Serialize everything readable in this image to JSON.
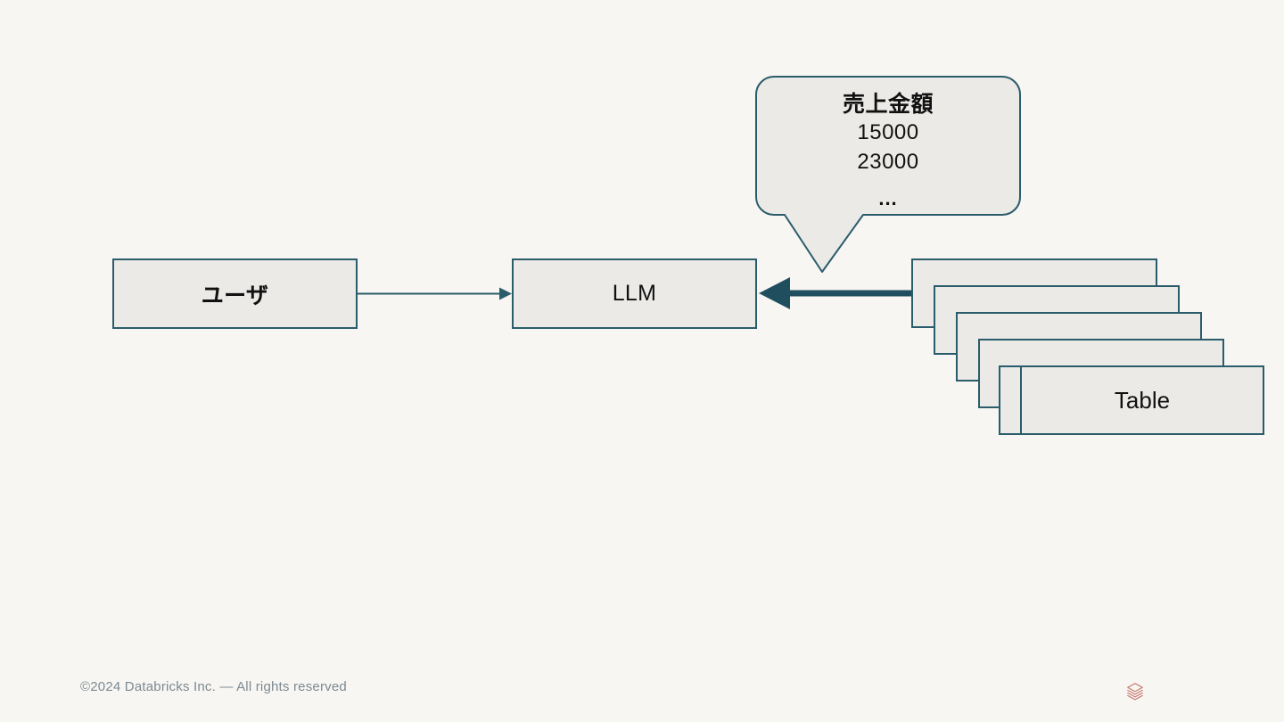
{
  "slide": {
    "background_color": "#f8f6f2",
    "accent_color": "#2b5c6b",
    "node_fill_color": "#ebeae7",
    "arrow_color": "#1f4e5f"
  },
  "diagram": {
    "nodes": [
      {
        "id": "user",
        "label": "ユーザ"
      },
      {
        "id": "llm",
        "label": "LLM"
      },
      {
        "id": "table",
        "label": "Table"
      }
    ],
    "table_stack_count": 6,
    "connections": [
      {
        "from": "user",
        "to": "llm",
        "style": "thin-arrow",
        "direction": "right"
      },
      {
        "from": "table",
        "to": "llm",
        "style": "thick-arrow",
        "direction": "left"
      }
    ],
    "callout": {
      "attached_to": "table",
      "title": "売上金額",
      "values": [
        "15000",
        "23000"
      ],
      "ellipsis": "..."
    }
  },
  "footer": {
    "copyright": "©2024 Databricks Inc. — All rights reserved",
    "logo_name": "databricks-logo",
    "logo_color": "#c4756b"
  }
}
